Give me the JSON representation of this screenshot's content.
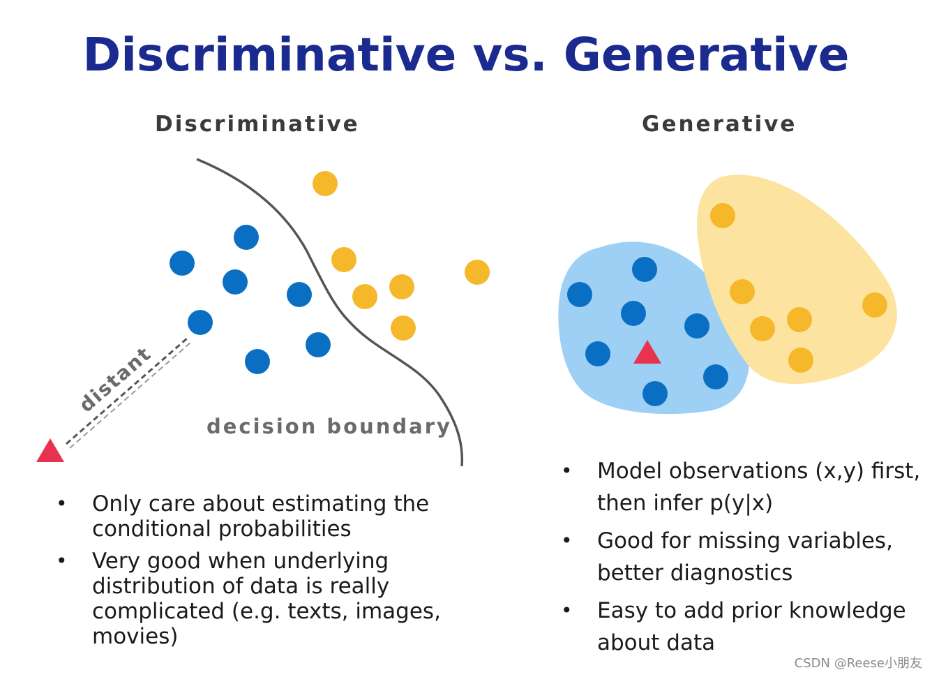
{
  "title": "Discriminative vs. Generative",
  "panels": {
    "discriminative": {
      "heading": "Discriminative",
      "boundary_label": "decision boundary",
      "distance_label": "distant",
      "bullets": [
        "Only care about estimating the conditional probabilities",
        "Very good when underlying distribution of data is really complicated (e.g. texts, images, movies)"
      ]
    },
    "generative": {
      "heading": "Generative",
      "bullets": [
        "Model observations (x,y) first, then infer p(y|x)",
        "Good for missing variables, better diagnostics",
        "Easy to add prior knowledge about data"
      ]
    }
  },
  "bullet_symbol": "•",
  "watermark": "CSDN @Reese小朋友",
  "colors": {
    "title": "#1a2a8f",
    "blue_point": "#0a6fc2",
    "yellow_point": "#f5b82a",
    "triangle": "#e8334f",
    "blue_region": "#9ed0f5",
    "yellow_region": "#fde3a0",
    "boundary": "#555555"
  }
}
